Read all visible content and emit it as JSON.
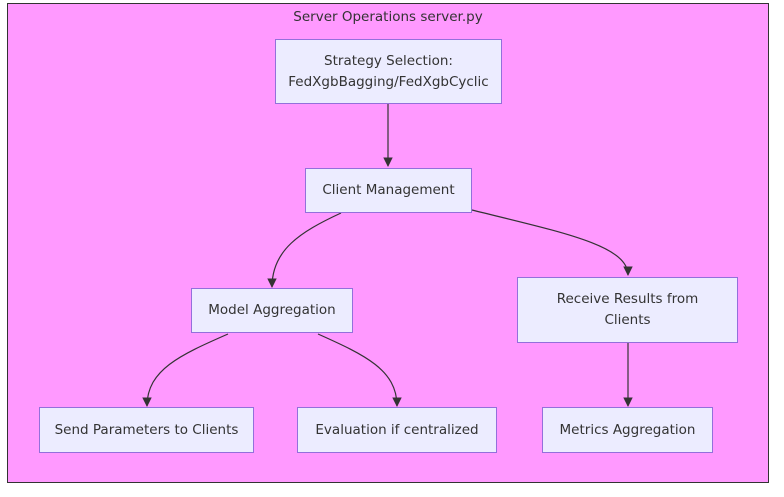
{
  "cluster": {
    "title": "Server Operations server.py"
  },
  "nodes": {
    "strategy_selection": "Strategy Selection: FedXgbBagging/FedXgbCyclic",
    "client_management": "Client Management",
    "model_aggregation": "Model Aggregation",
    "receive_results": "Receive Results from Clients",
    "send_parameters": "Send Parameters to Clients",
    "evaluation": "Evaluation if centralized",
    "metrics_aggregation": "Metrics Aggregation"
  },
  "colors": {
    "cluster_fill": "#ff99ff",
    "node_fill": "#ececff",
    "node_border": "#9370db",
    "edge": "#333333",
    "text": "#333333"
  }
}
